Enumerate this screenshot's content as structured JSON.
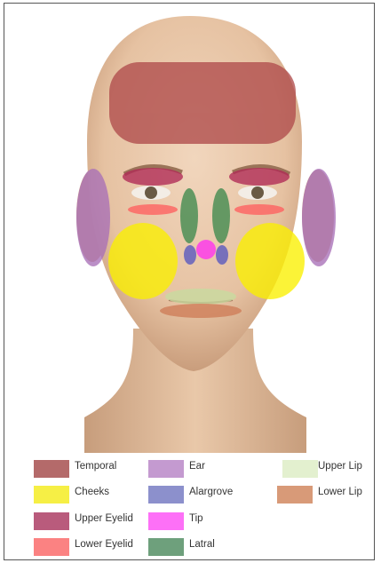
{
  "colors": {
    "background": "#ffffff",
    "skin": "#e9c9ac",
    "skin_shadow": "#caa180",
    "hair": "#d9b99a"
  },
  "legend": {
    "items": [
      {
        "key": "temporal",
        "label": "Temporal",
        "color": "#b46a6a"
      },
      {
        "key": "cheeks",
        "label": "Cheeks",
        "color": "#f6ef45"
      },
      {
        "key": "upper-eyelid",
        "label": "Upper Eyelid",
        "color": "#b95b7c"
      },
      {
        "key": "lower-eyelid",
        "label": "Lower Eyelid",
        "color": "#fb8282"
      },
      {
        "key": "ear",
        "label": "Ear",
        "color": "#c49ad0"
      },
      {
        "key": "alargrove",
        "label": "Alargrove",
        "color": "#8c90cc"
      },
      {
        "key": "tip",
        "label": "Tip",
        "color": "#fd70f7"
      },
      {
        "key": "latral",
        "label": "Latral",
        "color": "#6ea07c"
      },
      {
        "key": "upper-lip",
        "label": "Upper Lip",
        "color": "#e3f0cf"
      },
      {
        "key": "lower-lip",
        "label": "Lower Lip",
        "color": "#d89a78"
      }
    ]
  }
}
